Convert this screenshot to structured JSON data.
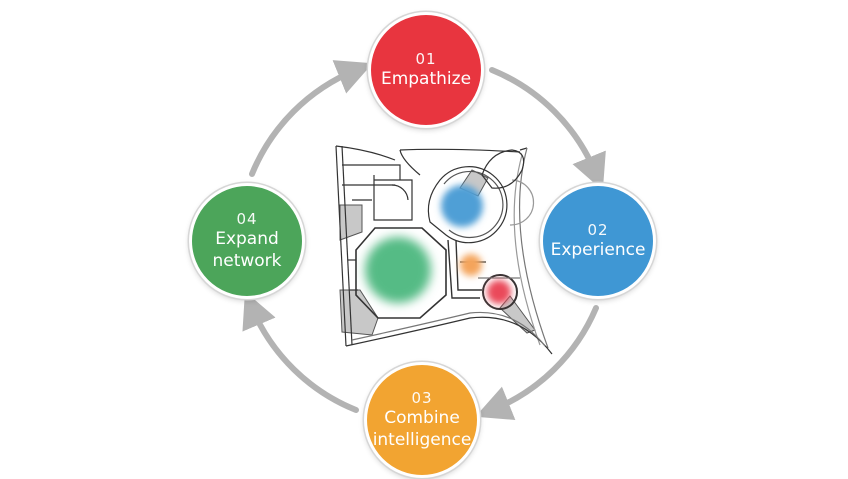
{
  "stages": [
    {
      "number": "01",
      "label": "Empathize",
      "color": "#e8353f"
    },
    {
      "number": "02",
      "label": "Experience",
      "color": "#3f97d4"
    },
    {
      "number": "03",
      "label": "Combine\nintelligence",
      "color": "#f2a431"
    },
    {
      "number": "04",
      "label": "Expand\nnetwork",
      "color": "#4ca55a"
    }
  ],
  "cycle_arrow_color": "#b3b3b3",
  "floor_plan": {
    "wall_color": "#333333",
    "shade_color": "#c8c8c8",
    "zones": [
      {
        "color_name": "blue",
        "color": "#4f9fd6"
      },
      {
        "color_name": "green",
        "color": "#55bb85"
      },
      {
        "color_name": "orange",
        "color": "#f4a45c"
      },
      {
        "color_name": "red",
        "color": "#ea4a5a"
      }
    ]
  }
}
